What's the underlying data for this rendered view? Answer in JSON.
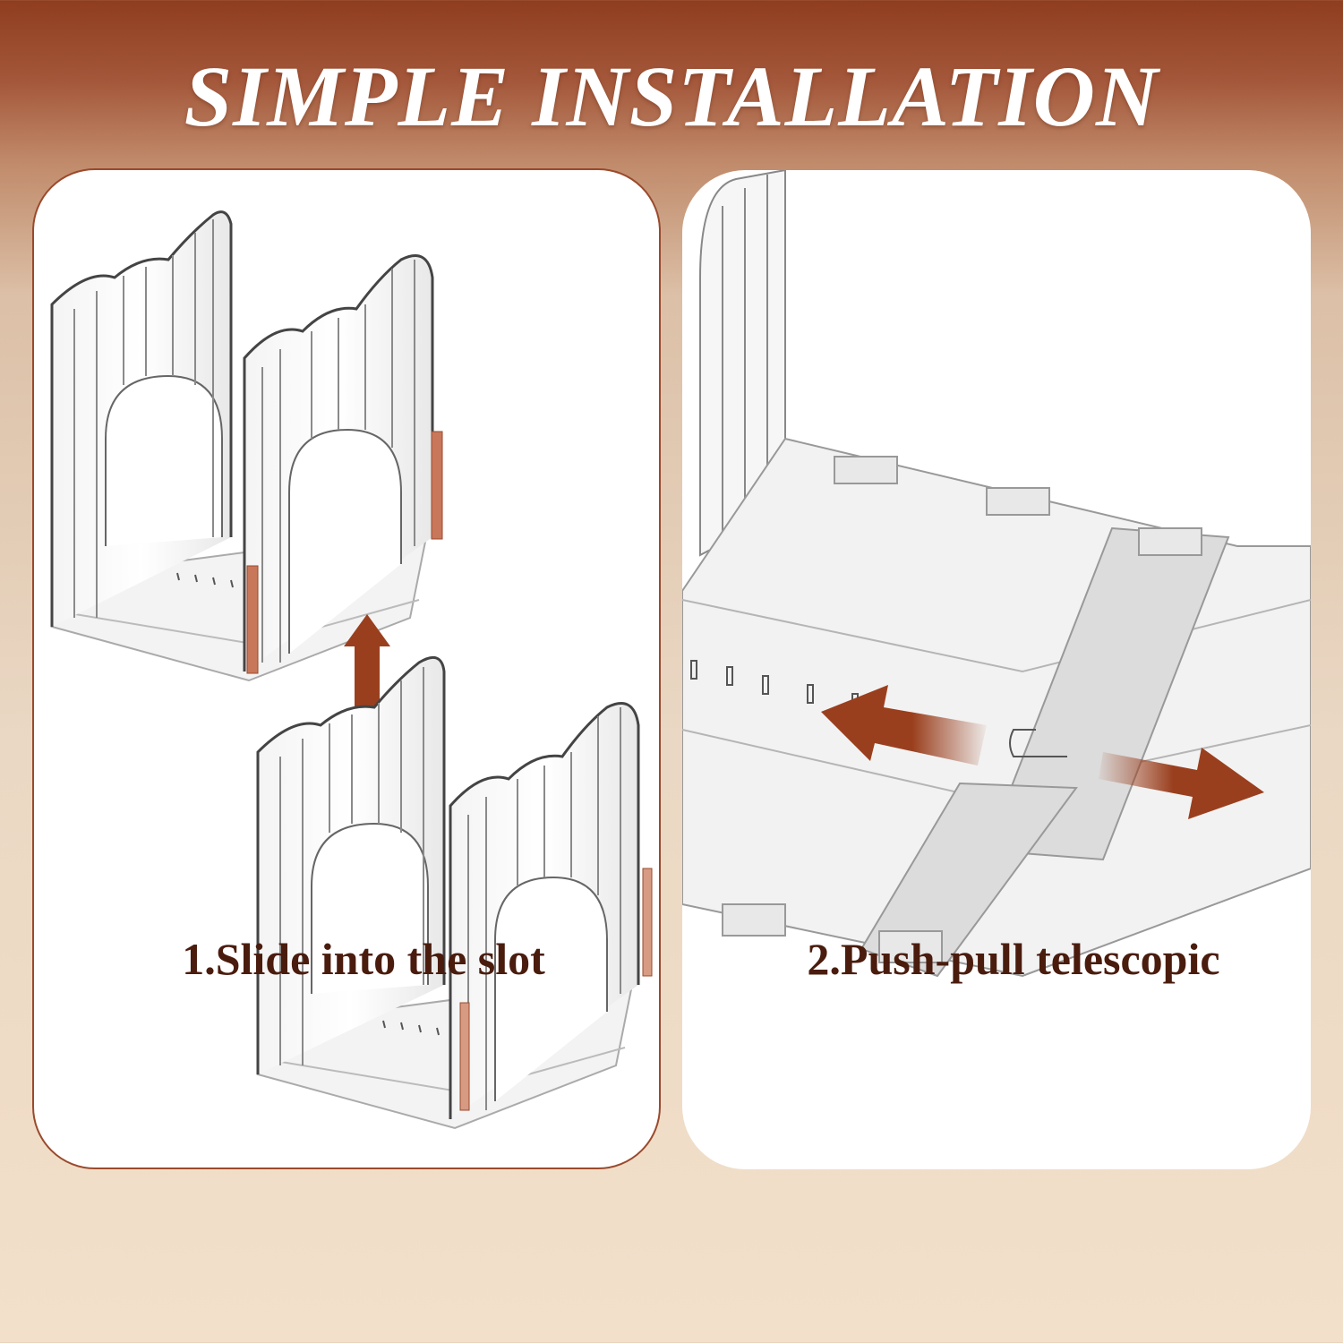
{
  "header": {
    "title": "SIMPLE INSTALLATION"
  },
  "steps": [
    {
      "caption": "1.Slide into the slot",
      "illustration": "bookend-slide-into-slot"
    },
    {
      "caption": "2.Push-pull telescopic",
      "illustration": "telescopic-base-push-pull"
    }
  ],
  "colors": {
    "accent": "#9a3f1e",
    "caption_text": "#4a1c0d",
    "title_text": "#ffffff",
    "panel_border": "#9a4a2c"
  },
  "icons": [
    "up-arrow-icon",
    "left-arrow-icon",
    "right-arrow-icon"
  ]
}
